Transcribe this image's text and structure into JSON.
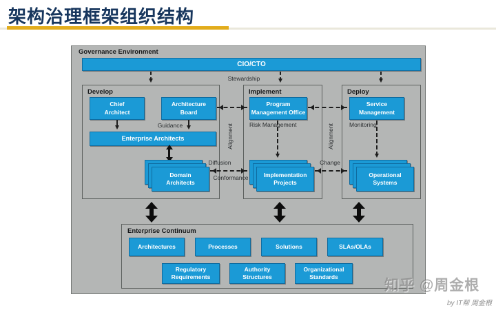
{
  "header": {
    "title": "架构治理框架组织结构"
  },
  "diagram": {
    "environment_label": "Governance Environment",
    "cio_bar_label": "CIO/CTO",
    "stewardship_label": "Stewardship",
    "develop": {
      "label": "Develop",
      "chief_architect": "Chief\nArchitect",
      "architecture_board": "Architecture\nBoard",
      "guidance_label": "Guidance",
      "enterprise_architects": "Enterprise Architects",
      "domain_architects": "Domain\nArchitects"
    },
    "implement": {
      "label": "Implement",
      "pmo": "Program\nManagement Office",
      "risk_label": "Risk Management",
      "implementation_projects": "Implementation\nProjects"
    },
    "deploy": {
      "label": "Deploy",
      "service_management": "Service\nManagement",
      "monitoring_label": "Monitoring",
      "operational_systems": "Operational\nSystems"
    },
    "flow_labels": {
      "alignment_left": "Alignment",
      "alignment_right": "Alignment",
      "diffusion": "Diffusion",
      "conformance": "Conformance",
      "change": "Change"
    },
    "continuum": {
      "label": "Enterprise Continuum",
      "row1": [
        "Architectures",
        "Processes",
        "Solutions",
        "SLAs/OLAs"
      ],
      "row2": [
        "Regulatory\nRequirements",
        "Authority\nStructures",
        "Organizational\nStandards"
      ]
    }
  },
  "watermark": {
    "zhihu_text": "知乎 @周金根",
    "byline": "by IT帮 周金根"
  },
  "colors": {
    "accent_blue": "#1b9ad6",
    "title_navy": "#17365d",
    "underline_gold": "#e2ac1c",
    "diagram_gray": "#b4b6b5"
  }
}
